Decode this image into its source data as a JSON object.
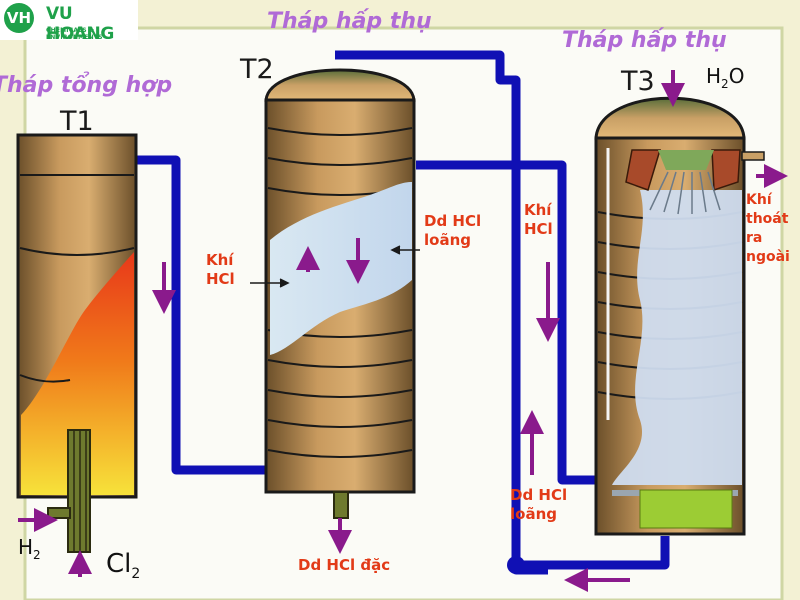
{
  "logo": {
    "mark": "VH",
    "name": "VU HOANG",
    "tagline": "CHEMICALS & ENVIRONMENTS"
  },
  "titles": {
    "synthesis": "Tháp tổng hợp",
    "absorb_t2": "Tháp hấp thụ",
    "absorb_t3": "Tháp hấp thụ"
  },
  "towers": {
    "t1": "T1",
    "t2": "T2",
    "t3": "T3"
  },
  "feeds": {
    "h2": "H",
    "h2_sub": "2",
    "cl2": "Cl",
    "cl2_sub": "2",
    "h2o_h": "H",
    "h2o_sub": "2",
    "h2o_o": "O"
  },
  "labels": {
    "khi_hcl_left_1": "Khí",
    "khi_hcl_left_2": "HCl",
    "dd_hcl_loang_1_a": "Dd HCl",
    "dd_hcl_loang_1_b": "loãng",
    "khi_hcl_right_1": "Khí",
    "khi_hcl_right_2": "HCl",
    "khi_thoat_1": "Khí",
    "khi_thoat_2": "thoát",
    "khi_thoat_3": "ra",
    "khi_thoat_4": "ngoài",
    "dd_hcl_loang_2_a": "Dd HCl",
    "dd_hcl_loang_2_b": "loãng",
    "dd_hcl_dac": "Dd HCl đặc"
  },
  "colors": {
    "pipe": "#1010b4",
    "arrow": "#8a1a8c",
    "title": "#b06ad6",
    "label_red": "#e23a17",
    "brand": "#1fa14a"
  }
}
